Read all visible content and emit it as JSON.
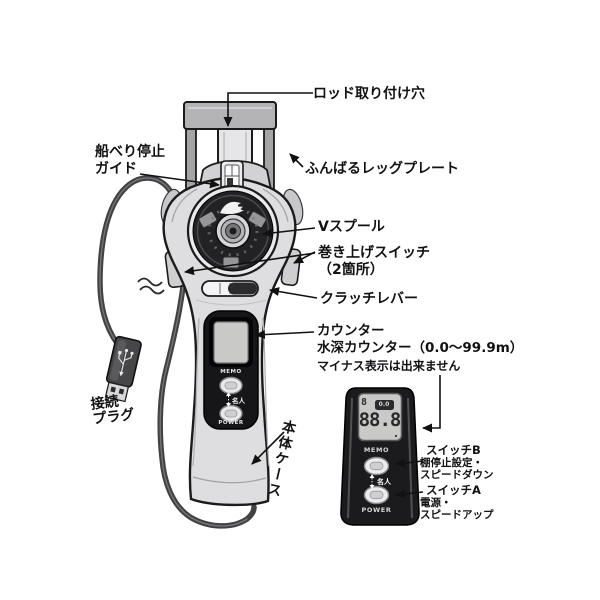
{
  "callouts": {
    "rod_hole": "ロッド取り付け穴",
    "boat_edge_stop": {
      "line1": "船べり停止",
      "line2": "ガイド"
    },
    "leg_plate": "ふんばるレッグプレート",
    "v_spool": "Vスプール",
    "winding_switch": {
      "line1": "巻き上げスイッチ",
      "line2": "（2箇所）"
    },
    "clutch_lever": "クラッチレバー",
    "counter": {
      "title": "カウンター",
      "range": "水深カウンター（0.0〜99.9m）",
      "note": "マイナス表示は出来ません"
    },
    "connection_plug": {
      "line1": "接続",
      "line2": "プラグ"
    },
    "body_case": "本体ケース",
    "switch_b": {
      "title": "スイッチB",
      "desc1": "棚停止設定・",
      "desc2": "スピードダウン"
    },
    "switch_a": {
      "title": "スイッチA",
      "desc1": "電源・",
      "desc2": "スピードアップ"
    }
  },
  "device_panel": {
    "memo": "MEMO",
    "mode": "名人",
    "power": "POWER"
  },
  "remote_panel": {
    "display": {
      "small_digit": "8",
      "badge": "0.0",
      "main": "88.8"
    },
    "memo": "MEMO",
    "mode": "名人",
    "power": "POWER"
  },
  "colors": {
    "line": "#1b1b1b",
    "body": "#dedee0",
    "dark_panel": "#161618",
    "lcd": "#c9c9c7",
    "cable": "#424244",
    "spool": "#222224"
  }
}
